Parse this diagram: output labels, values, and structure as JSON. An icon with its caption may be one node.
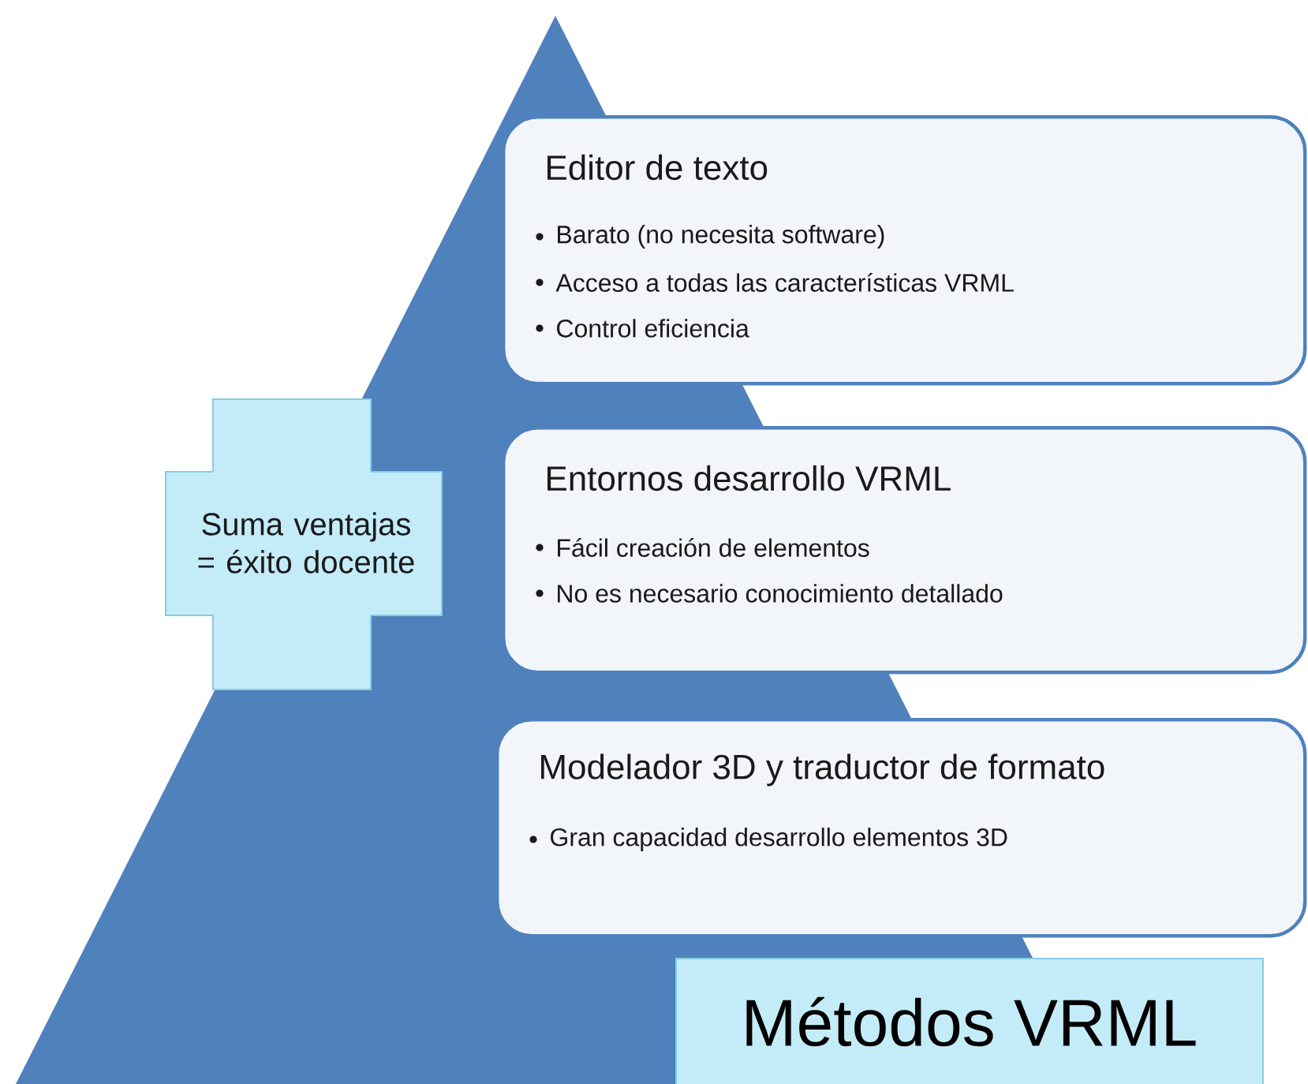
{
  "diagram": {
    "nodes": [
      {
        "text": [
          "Editor de texto",
          "Barato (no necesita software)",
          "Acceso a todas las características VRML",
          "Control eficiencia"
        ]
      },
      {
        "text": [
          "Suma ventajas = éxito docente"
        ]
      },
      {
        "text": [
          "Entornos desarrollo VRML",
          "Fácil creación de elementos",
          "No es necesario conocimiento detallado"
        ]
      },
      {
        "text": [
          "Modelador 3D y traductor de formato",
          "Gran capacidad desarrollo elementos 3D"
        ]
      },
      {
        "text": [
          "Métodos VRML"
        ]
      }
    ]
  }
}
